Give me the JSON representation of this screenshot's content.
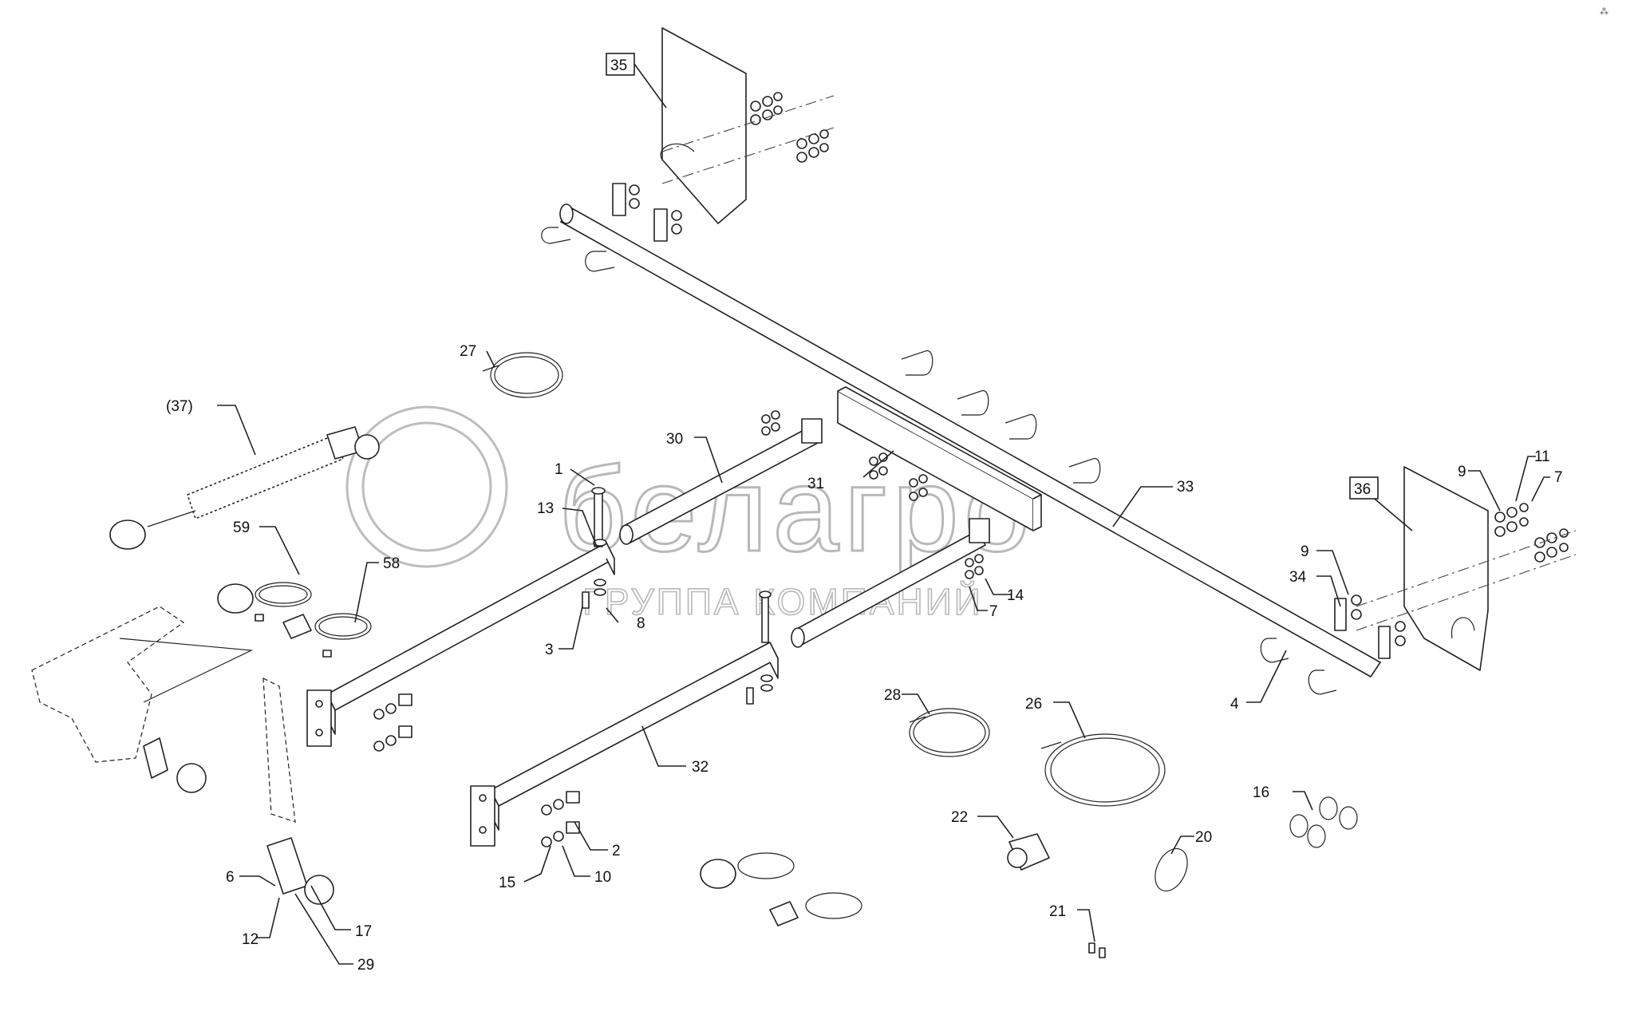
{
  "watermark": {
    "logo_text": "белагро",
    "tagline": "ГРУППА КОМПАНИЙ"
  },
  "callouts": {
    "c1": "1",
    "c2": "2",
    "c3": "3",
    "c4": "4",
    "c6": "6",
    "c7a": "7",
    "c7b": "7",
    "c8": "8",
    "c9a": "9",
    "c9b": "9",
    "c10": "10",
    "c11": "11",
    "c12": "12",
    "c13": "13",
    "c14": "14",
    "c15": "15",
    "c16": "16",
    "c17": "17",
    "c20": "20",
    "c21": "21",
    "c22": "22",
    "c26": "26",
    "c27": "27",
    "c28": "28",
    "c29": "29",
    "c30": "30",
    "c31": "31",
    "c32": "32",
    "c33": "33",
    "c34": "34",
    "c35": "35",
    "c36": "36",
    "c37": "(37)",
    "c58": "58",
    "c59": "59"
  }
}
